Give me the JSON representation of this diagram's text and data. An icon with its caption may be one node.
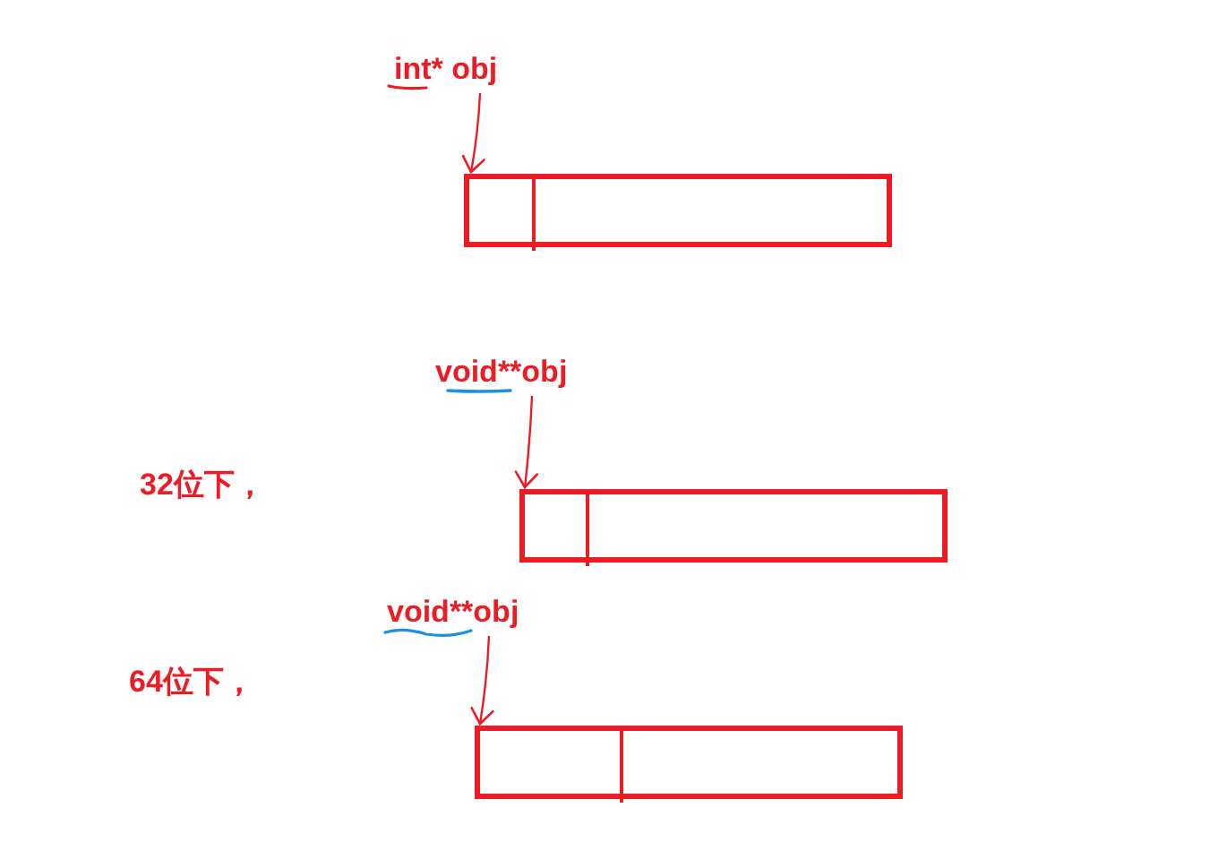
{
  "diagram": {
    "nodes": [
      {
        "text": [
          "int* obj"
        ]
      },
      {
        "text": [],
        "shape": "box"
      },
      {
        "text": [
          "void**obj"
        ]
      },
      {
        "text": [],
        "shape": "box"
      },
      {
        "text": [
          "void**obj"
        ]
      },
      {
        "text": [],
        "shape": "box"
      }
    ],
    "edges": [
      {
        "from": 0,
        "to": 1,
        "arrow": "to"
      },
      {
        "from": 2,
        "to": 3,
        "arrow": "to"
      },
      {
        "from": 4,
        "to": 5,
        "arrow": "to"
      }
    ],
    "labels": [
      "32位下，",
      "64位下，"
    ]
  }
}
